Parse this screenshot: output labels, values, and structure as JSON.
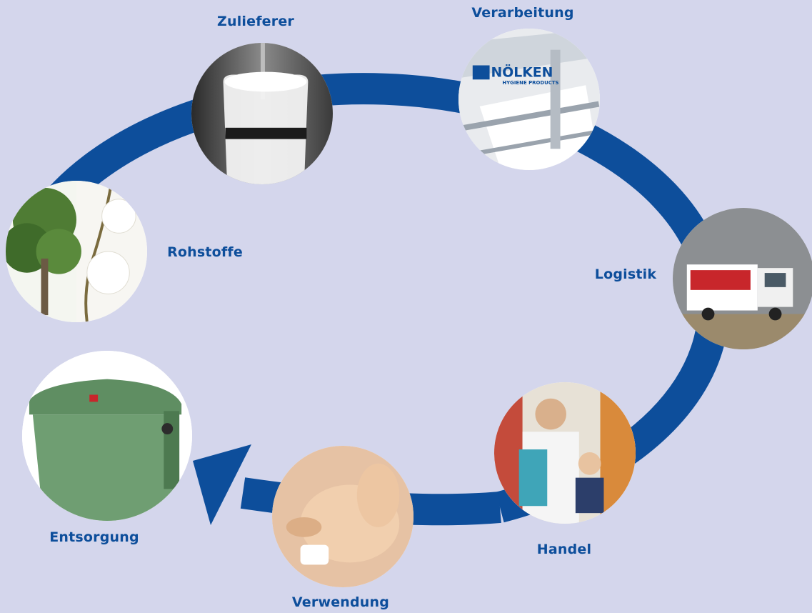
{
  "stages": {
    "zulieferer": "Zulieferer",
    "verarbeitung": "Verarbeitung",
    "rohstoffe": "Rohstoffe",
    "logistik": "Logistik",
    "handel": "Handel",
    "verwendung": "Verwendung",
    "entsorgung": "Entsorgung"
  },
  "logo": {
    "name": "NÖLKEN",
    "tagline": "HYGIENE PRODUCTS"
  },
  "colors": {
    "background": "#d4d6ec",
    "ring": "#0d4e9b",
    "label": "#0d4e9b"
  }
}
